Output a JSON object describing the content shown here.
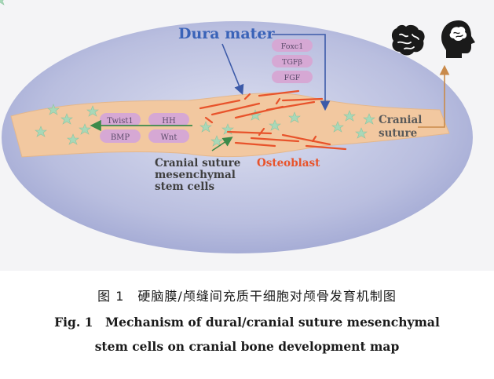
{
  "diagram": {
    "title": "Dura mater",
    "dura_factors": [
      "Foxc1",
      "TGFβ",
      "FGF"
    ],
    "suture_factors": [
      "Twist1",
      "HH",
      "BMP",
      "Wnt"
    ],
    "labels": {
      "cranial_suture": [
        "Cranial",
        "suture"
      ],
      "stem_cells": [
        "Cranial suture",
        "mesenchymal",
        "stem cells"
      ],
      "osteoblast": "Osteoblast"
    },
    "icons": [
      "brain-icon",
      "head-brain-icon"
    ],
    "colors": {
      "background": "#c9cde6",
      "title": "#3a63b8",
      "suture_band": "#f2c8a0",
      "factor_pill": "#d6a8d4",
      "osteoblast": "#e8532b",
      "stem_cell": "#a8d8b8",
      "suture_arrow": "#c98a4a",
      "dura_arrow": "#3c5aa8",
      "stem_arrow": "#3c8a4a"
    }
  },
  "caption": {
    "zh": "图 1　硬脑膜/颅缝间充质干细胞对颅骨发育机制图",
    "en_line1": "Fig. 1　Mechanism of dural/cranial suture mesenchymal",
    "en_line2": "stem cells on cranial bone development map"
  }
}
